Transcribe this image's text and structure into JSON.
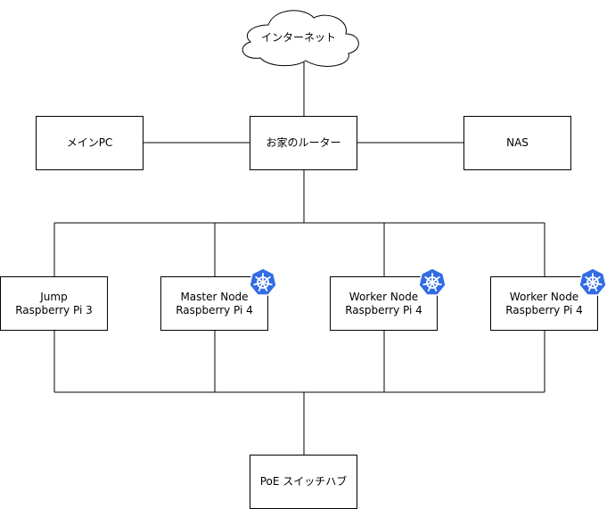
{
  "cloud": {
    "label": "インターネット"
  },
  "nodes": {
    "main_pc": {
      "label": "メインPC"
    },
    "router": {
      "label": "お家のルーター"
    },
    "nas": {
      "label": "NAS"
    },
    "jump": {
      "line1": "Jump",
      "line2": "Raspberry Pi 3"
    },
    "master": {
      "line1": "Master Node",
      "line2": "Raspberry Pi 4",
      "icon": "kubernetes-icon"
    },
    "worker1": {
      "line1": "Worker Node",
      "line2": "Raspberry Pi 4",
      "icon": "kubernetes-icon"
    },
    "worker2": {
      "line1": "Worker Node",
      "line2": "Raspberry Pi 4",
      "icon": "kubernetes-icon"
    },
    "switch": {
      "label": "PoE スイッチハブ"
    }
  },
  "colors": {
    "kubernetes": "#326CE5",
    "line": "#000000",
    "box_border": "#000000"
  }
}
